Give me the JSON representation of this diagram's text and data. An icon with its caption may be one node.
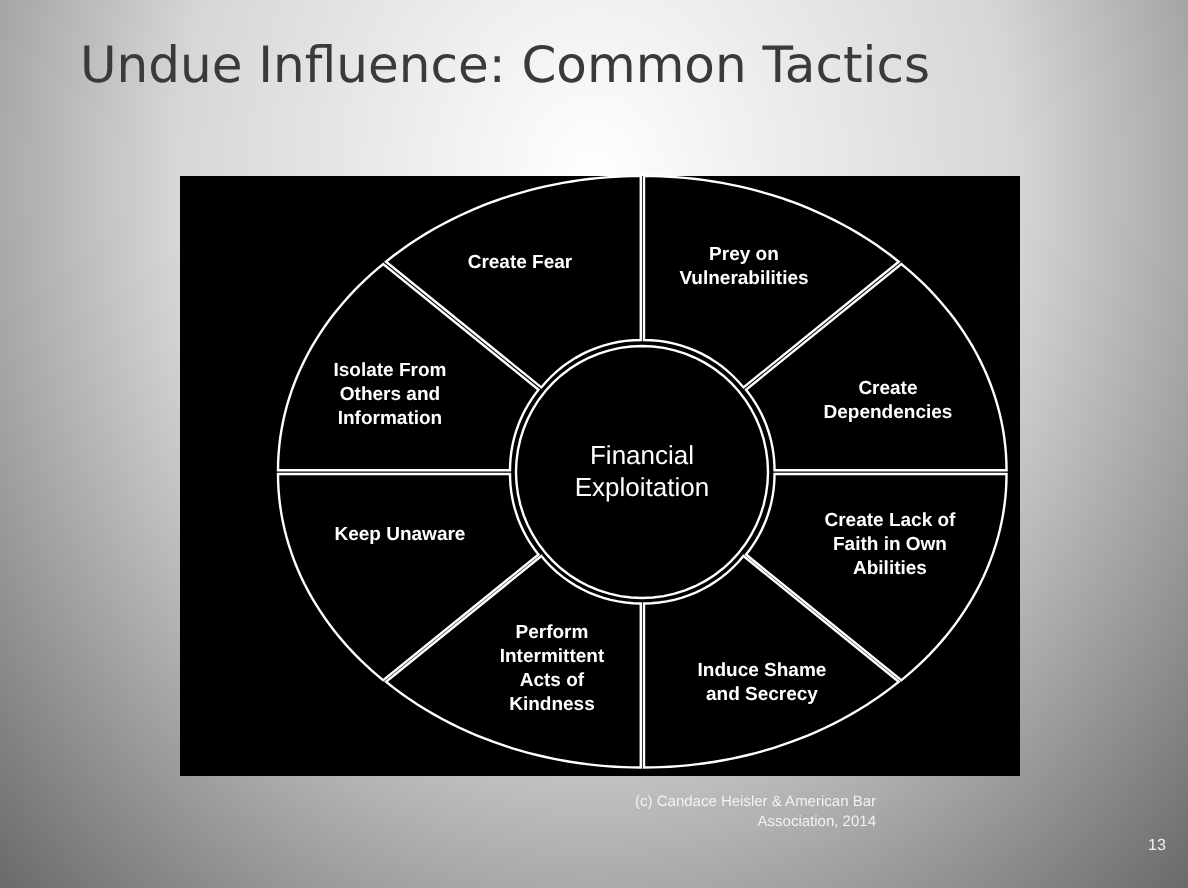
{
  "diagram": {
    "title": "Undue Influence: Common Tactics",
    "nodes": [
      {
        "text": [
          "Create Fear"
        ]
      },
      {
        "text": [
          "Prey on Vulnerabilities"
        ]
      },
      {
        "text": [
          "Isolate From Others and Information"
        ]
      },
      {
        "text": [
          "Financial Exploitation"
        ]
      },
      {
        "text": [
          "Create Dependencies"
        ]
      },
      {
        "text": [
          "Keep Unaware"
        ]
      },
      {
        "text": [
          "Create Lack of Faith in Own Abilities"
        ]
      },
      {
        "text": [
          "Perform Intermittent Acts of Kindness"
        ]
      },
      {
        "text": [
          "Induce Shame and Secrecy"
        ]
      }
    ],
    "labels": [
      "(c) Candace Heisler & American Bar Association, 2014",
      "13"
    ]
  }
}
